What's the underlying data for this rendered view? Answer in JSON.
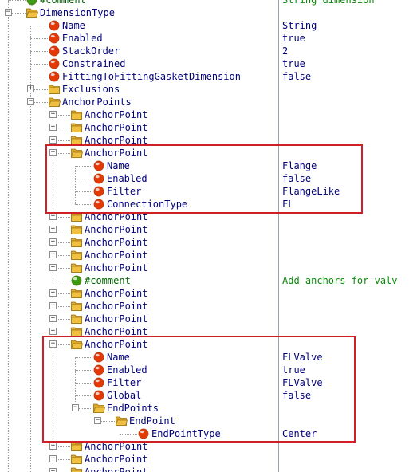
{
  "tree_rows": [
    {
      "label": "#comment",
      "value": "String dimension",
      "icon": "green-dot-icon",
      "kind": "comment"
    },
    {
      "label": "DimensionType",
      "value": "",
      "icon": "folder-open-icon",
      "kind": "element",
      "expander": "minus"
    },
    {
      "label": "Name",
      "value": "String",
      "icon": "red-dot-icon",
      "kind": "attribute"
    },
    {
      "label": "Enabled",
      "value": "true",
      "icon": "red-dot-icon",
      "kind": "attribute"
    },
    {
      "label": "StackOrder",
      "value": "2",
      "icon": "red-dot-icon",
      "kind": "attribute"
    },
    {
      "label": "Constrained",
      "value": "true",
      "icon": "red-dot-icon",
      "kind": "attribute"
    },
    {
      "label": "FittingToFittingGasketDimension",
      "value": "false",
      "icon": "red-dot-icon",
      "kind": "attribute"
    },
    {
      "label": "Exclusions",
      "value": "",
      "icon": "folder-closed-icon",
      "kind": "element",
      "expander": "plus"
    },
    {
      "label": "AnchorPoints",
      "value": "",
      "icon": "folder-open-icon",
      "kind": "element",
      "expander": "minus"
    },
    {
      "label": "AnchorPoint",
      "value": "",
      "icon": "folder-closed-icon",
      "kind": "element",
      "expander": "plus"
    },
    {
      "label": "AnchorPoint",
      "value": "",
      "icon": "folder-closed-icon",
      "kind": "element",
      "expander": "plus"
    },
    {
      "label": "AnchorPoint",
      "value": "",
      "icon": "folder-closed-icon",
      "kind": "element",
      "expander": "plus"
    },
    {
      "label": "AnchorPoint",
      "value": "",
      "icon": "folder-open-icon",
      "kind": "element",
      "expander": "minus"
    },
    {
      "label": "Name",
      "value": "Flange",
      "icon": "red-dot-icon",
      "kind": "attribute"
    },
    {
      "label": "Enabled",
      "value": "false",
      "icon": "red-dot-icon",
      "kind": "attribute"
    },
    {
      "label": "Filter",
      "value": "FlangeLike",
      "icon": "red-dot-icon",
      "kind": "attribute"
    },
    {
      "label": "ConnectionType",
      "value": "FL",
      "icon": "red-dot-icon",
      "kind": "attribute"
    },
    {
      "label": "AnchorPoint",
      "value": "",
      "icon": "folder-closed-icon",
      "kind": "element",
      "expander": "plus"
    },
    {
      "label": "AnchorPoint",
      "value": "",
      "icon": "folder-closed-icon",
      "kind": "element",
      "expander": "plus"
    },
    {
      "label": "AnchorPoint",
      "value": "",
      "icon": "folder-closed-icon",
      "kind": "element",
      "expander": "plus"
    },
    {
      "label": "AnchorPoint",
      "value": "",
      "icon": "folder-closed-icon",
      "kind": "element",
      "expander": "plus"
    },
    {
      "label": "AnchorPoint",
      "value": "",
      "icon": "folder-closed-icon",
      "kind": "element",
      "expander": "plus"
    },
    {
      "label": "#comment",
      "value": "Add anchors for valv",
      "icon": "green-dot-icon",
      "kind": "comment"
    },
    {
      "label": "AnchorPoint",
      "value": "",
      "icon": "folder-closed-icon",
      "kind": "element",
      "expander": "plus"
    },
    {
      "label": "AnchorPoint",
      "value": "",
      "icon": "folder-closed-icon",
      "kind": "element",
      "expander": "plus"
    },
    {
      "label": "AnchorPoint",
      "value": "",
      "icon": "folder-closed-icon",
      "kind": "element",
      "expander": "plus"
    },
    {
      "label": "AnchorPoint",
      "value": "",
      "icon": "folder-closed-icon",
      "kind": "element",
      "expander": "plus"
    },
    {
      "label": "AnchorPoint",
      "value": "",
      "icon": "folder-open-icon",
      "kind": "element",
      "expander": "minus"
    },
    {
      "label": "Name",
      "value": "FLValve",
      "icon": "red-dot-icon",
      "kind": "attribute"
    },
    {
      "label": "Enabled",
      "value": "true",
      "icon": "red-dot-icon",
      "kind": "attribute"
    },
    {
      "label": "Filter",
      "value": "FLValve",
      "icon": "red-dot-icon",
      "kind": "attribute"
    },
    {
      "label": "Global",
      "value": "false",
      "icon": "red-dot-icon",
      "kind": "attribute"
    },
    {
      "label": "EndPoints",
      "value": "",
      "icon": "folder-open-icon",
      "kind": "element",
      "expander": "minus"
    },
    {
      "label": "EndPoint",
      "value": "",
      "icon": "folder-open-icon",
      "kind": "element",
      "expander": "minus"
    },
    {
      "label": "EndPointType",
      "value": "Center",
      "icon": "red-dot-icon",
      "kind": "attribute"
    },
    {
      "label": "AnchorPoint",
      "value": "",
      "icon": "folder-closed-icon",
      "kind": "element",
      "expander": "plus"
    },
    {
      "label": "AnchorPoint",
      "value": "",
      "icon": "folder-closed-icon",
      "kind": "element",
      "expander": "plus"
    },
    {
      "label": "AnchorPoint",
      "value": "",
      "icon": "folder-closed-icon",
      "kind": "element",
      "expander": "plus"
    }
  ],
  "colors": {
    "element_text": "#00007a",
    "comment_label": "#006400",
    "comment_value": "#0a8a0a",
    "highlight_border": "#d21f26",
    "divider": "#9aa2ac",
    "attribute_dot": "#e23a06",
    "comment_dot": "#3c9a12",
    "folder": "#f0c040"
  }
}
